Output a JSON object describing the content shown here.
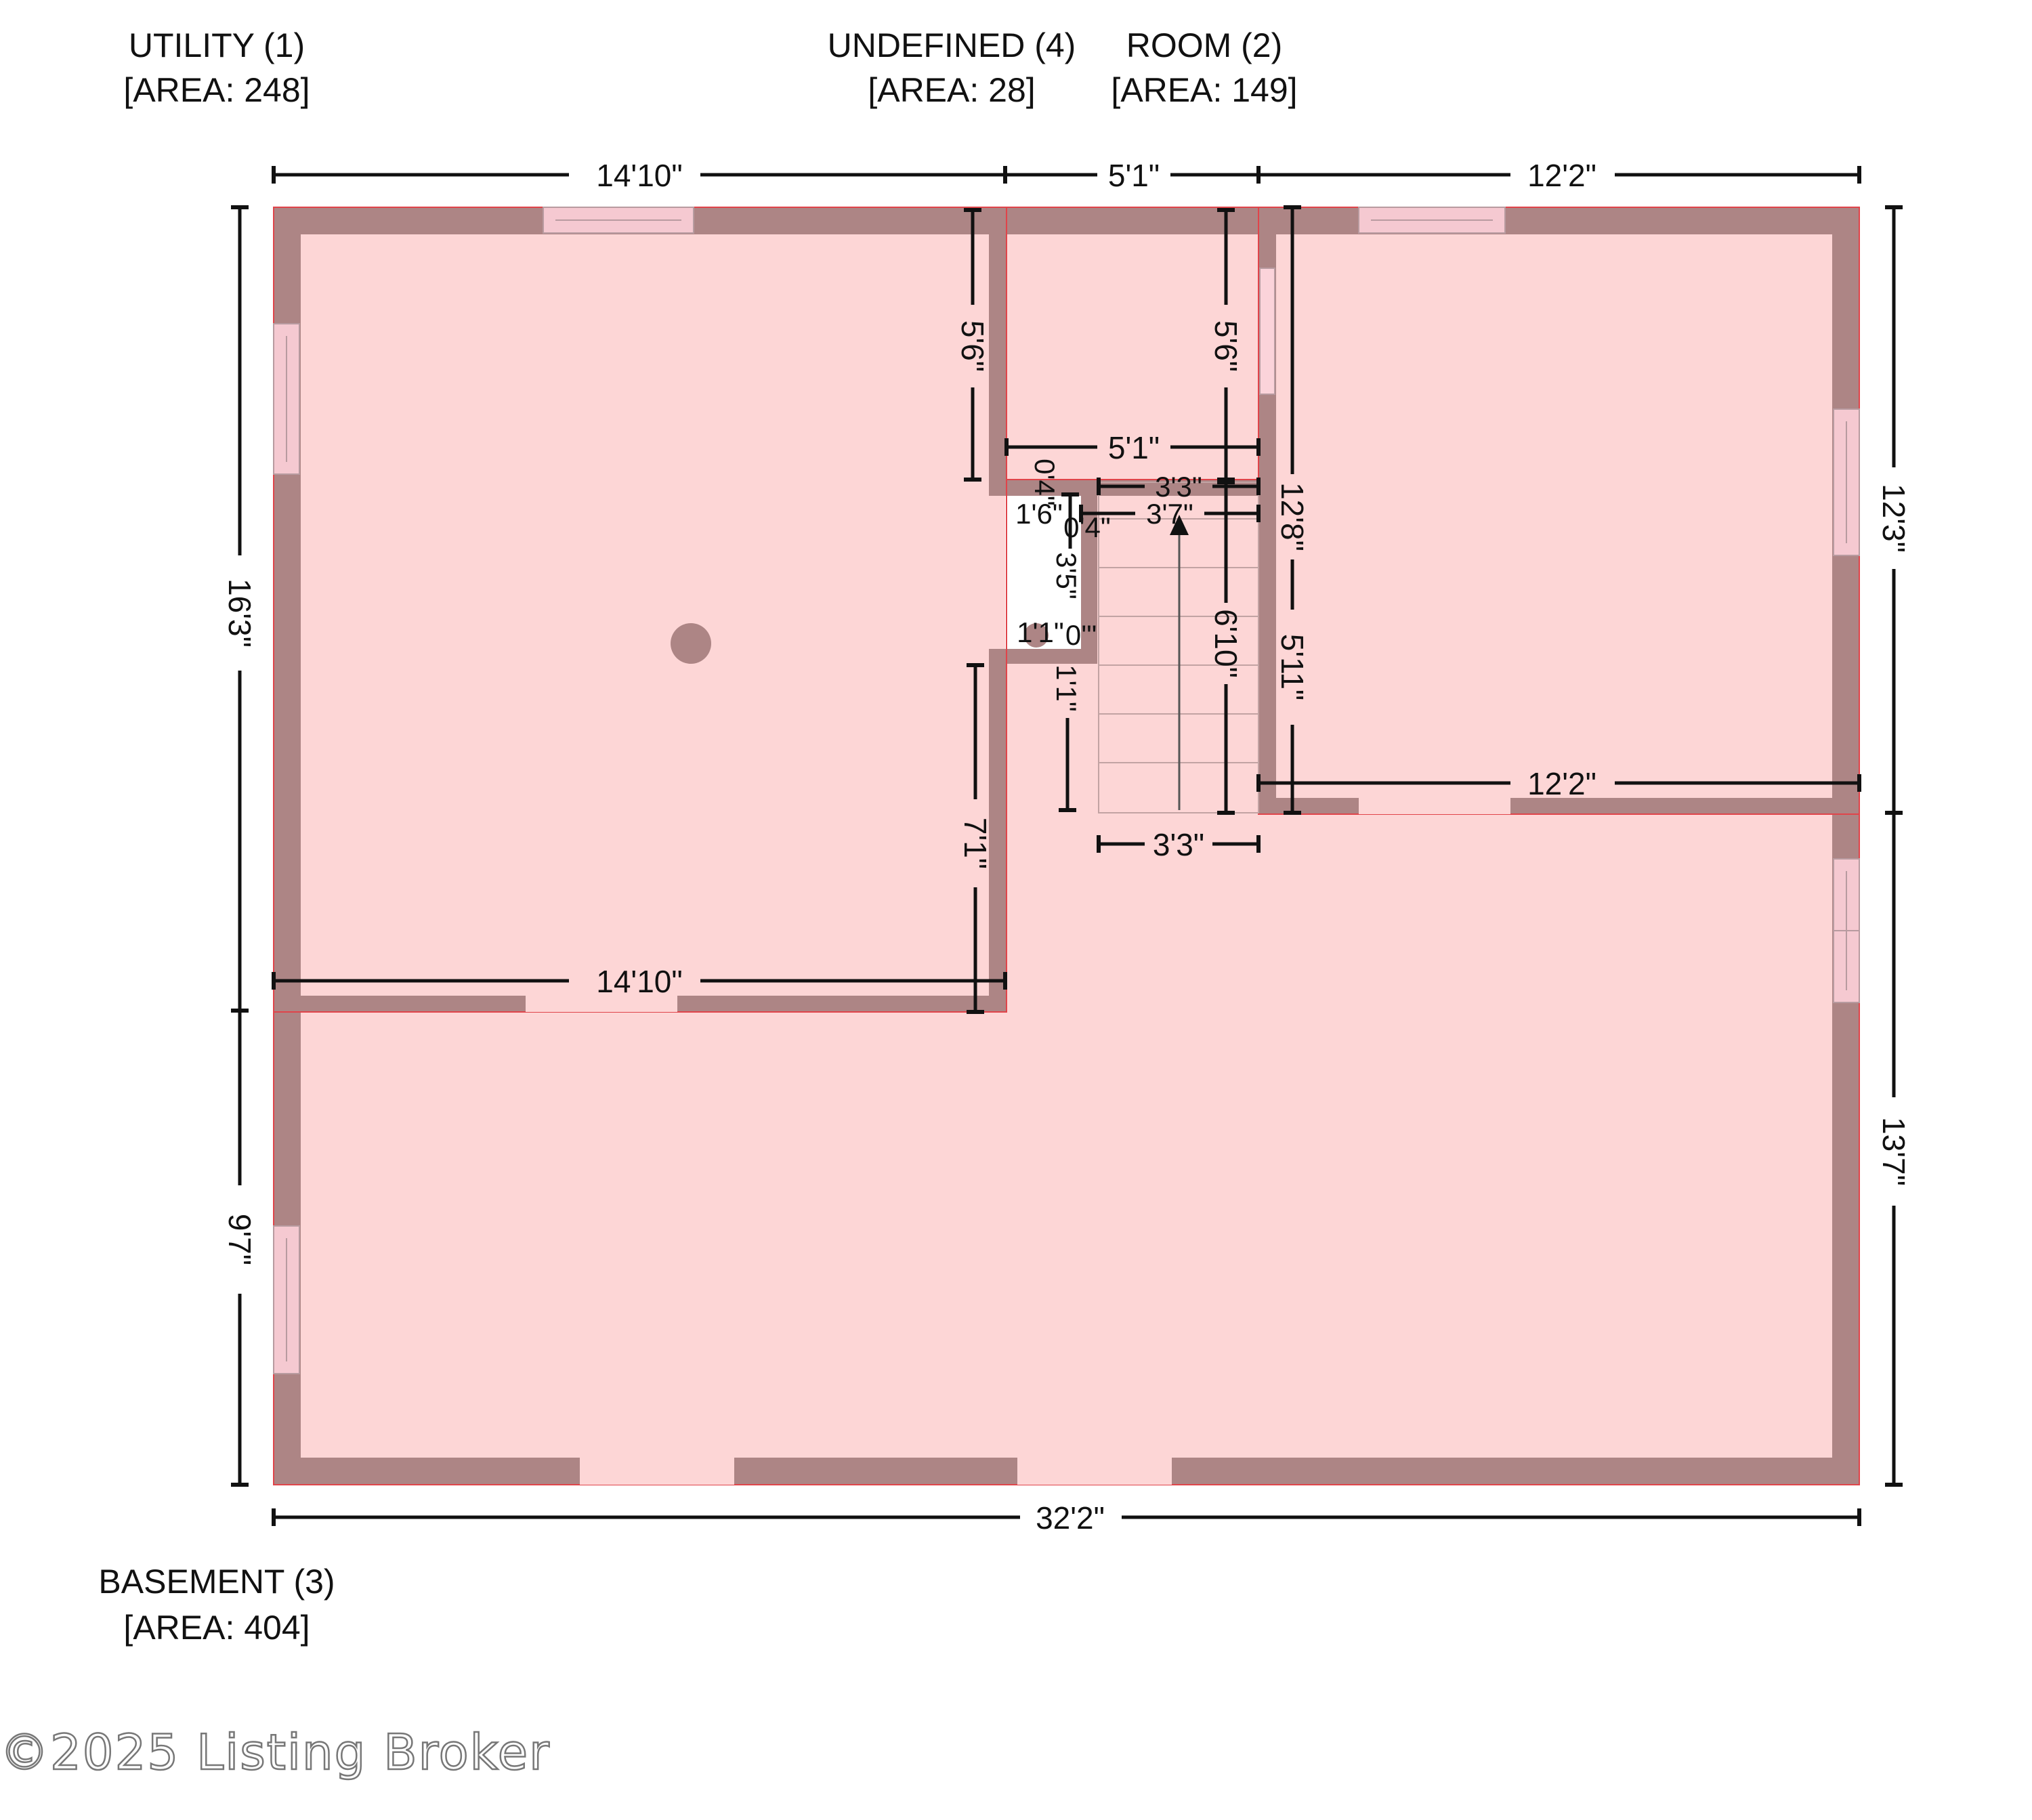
{
  "rooms": {
    "utility": {
      "name": "UTILITY (1)",
      "area": "[AREA: 248]"
    },
    "undefined": {
      "name": "UNDEFINED (4)",
      "area": "[AREA: 28]"
    },
    "room": {
      "name": "ROOM (2)",
      "area": "[AREA: 149]"
    },
    "basement": {
      "name": "BASEMENT (3)",
      "area": "[AREA: 404]"
    }
  },
  "dims": {
    "top_utility": "14'10\"",
    "top_undefined": "5'1\"",
    "top_room": "12'2\"",
    "left_utility": "16'3\"",
    "left_basement": "9'7\"",
    "right_room": "12'3\"",
    "right_basement": "13'7\"",
    "bottom_total": "32'2\"",
    "utility_upper": "5'6\"",
    "utility_lower": "7'1\"",
    "utility_width": "14'10\"",
    "undefined_width": "5'1\"",
    "undefined_height": "5'6\"",
    "stair_top": "3'3\"",
    "stair_mid": "3'7\"",
    "stair_bottom": "3'3\"",
    "stair_length": "6'10\"",
    "hall_a": "1'6\"",
    "hall_b": "0'4\"",
    "hall_c": "0'4\"",
    "hall_d": "3'5\"",
    "hall_e": "1'1\"",
    "hall_f": "0'\"",
    "hall_g": "5'1\"",
    "hall_h": "1'1\"",
    "room_height": "12'8\"",
    "room_lower": "5'11\"",
    "room_width": "12'2\""
  },
  "watermark": "©2025 Listing Broker"
}
